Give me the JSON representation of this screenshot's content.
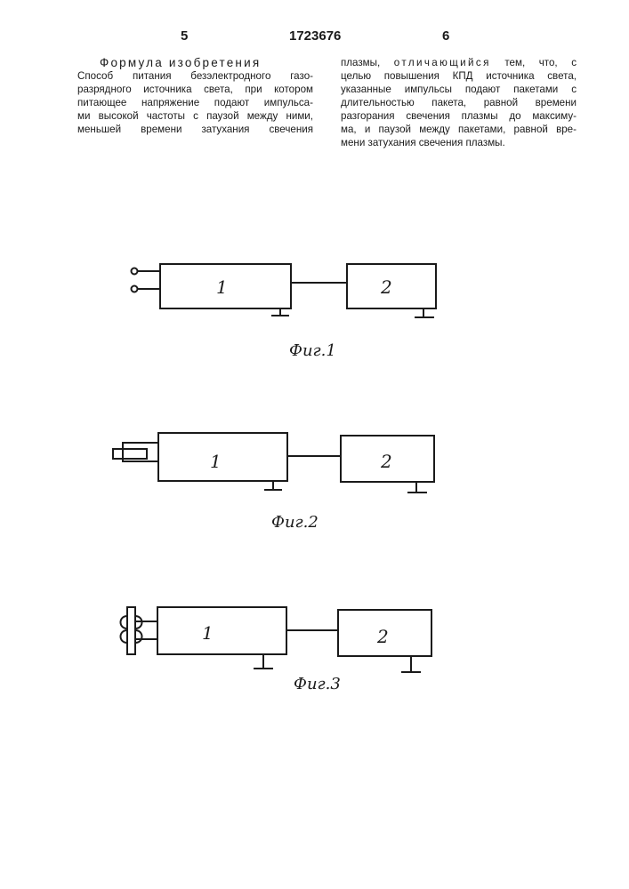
{
  "header": {
    "page_left": "5",
    "patent_number": "1723676",
    "page_right": "6"
  },
  "section_title": "Формула изобретения",
  "claim": {
    "left_lines": [
      "Способ питания безэлектродного газо-",
      "разрядного источника света, при котором",
      "питающее напряжение подают импульса-",
      "ми высокой частоты с паузой между ними,",
      "меньшей времени затухания свечения"
    ],
    "right_line1_start": "плазмы,",
    "right_line1_spaced": "отличающийся",
    "right_line1_end": "тем, что, с",
    "right_lines": [
      "целью повышения КПД источника света,",
      "указанные импульсы подают пакетами с",
      "длительностью пакета, равной времени",
      "разгорания свечения плазмы до максиму-",
      "ма, и паузой между пакетами, равной вре-",
      "мени затухания свечения плазмы."
    ]
  },
  "figures": [
    {
      "caption": "Фиг.1",
      "input": "terminals",
      "block1_label": "1",
      "block2_label": "2"
    },
    {
      "caption": "Фиг.2",
      "input": "coaxial-connector",
      "block1_label": "1",
      "block2_label": "2"
    },
    {
      "caption": "Фиг.3",
      "input": "coil-lamp",
      "block1_label": "1",
      "block2_label": "2"
    }
  ],
  "colors": {
    "ink": "#1a1a1a",
    "paper": "#ffffff"
  }
}
